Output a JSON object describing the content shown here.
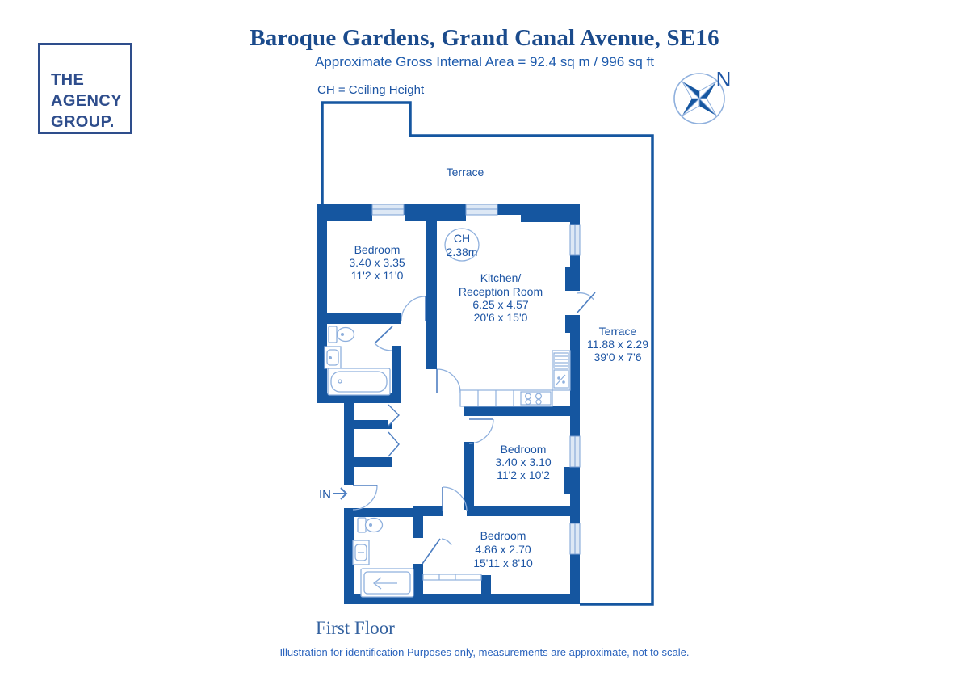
{
  "header": {
    "logo_lines": [
      "THE",
      "AGENCY",
      "GROUP."
    ],
    "title": "Baroque Gardens, Grand Canal Avenue, SE16",
    "subtitle": "Approximate Gross Internal Area = 92.4 sq m / 996 sq ft",
    "legend": "CH = Ceiling Height",
    "compass": {
      "north_label": "N"
    }
  },
  "rooms": {
    "terrace_top": {
      "name": "Terrace"
    },
    "bedroom_1": {
      "name": "Bedroom",
      "metric": "3.40 x 3.35",
      "imperial": "11'2 x 11'0"
    },
    "kitchen_reception": {
      "name_line1": "Kitchen/",
      "name_line2": "Reception Room",
      "metric": "6.25 x 4.57",
      "imperial": "20'6 x 15'0"
    },
    "terrace_right": {
      "name": "Terrace",
      "metric": "11.88 x 2.29",
      "imperial": "39'0 x 7'6"
    },
    "bedroom_2": {
      "name": "Bedroom",
      "metric": "3.40 x 3.10",
      "imperial": "11'2 x 10'2"
    },
    "bedroom_3": {
      "name": "Bedroom",
      "metric": "4.86 x 2.70",
      "imperial": "15'11 x 8'10"
    },
    "ceiling_height_badge": {
      "label": "CH",
      "value": "2.38m"
    },
    "entrance": {
      "label": "IN"
    }
  },
  "footer": {
    "floor_label": "First Floor",
    "disclaimer": "Illustration for identification Purposes only, measurements are approximate, not to scale."
  },
  "colors": {
    "wall_blue": "#1556a0",
    "text_blue": "#1d55a4",
    "title_blue": "#1b4b8c",
    "fixture_blue": "#8fb0dd",
    "window_fill": "#dde8f5"
  }
}
